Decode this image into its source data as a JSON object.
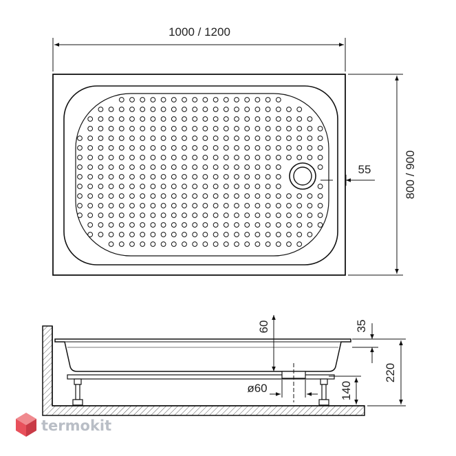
{
  "top_view": {
    "width_label": "1000 / 1200",
    "height_label": "800 / 900",
    "drain_offset_label": "55"
  },
  "side_view": {
    "tray_depth_label": "60",
    "rim_label": "35",
    "total_height_label": "220",
    "leg_height_label": "140",
    "drain_diameter_label": "ø60"
  },
  "brand": {
    "name": "termokit",
    "logo_color": "#e8505b",
    "text_color": "#b9bec6"
  }
}
